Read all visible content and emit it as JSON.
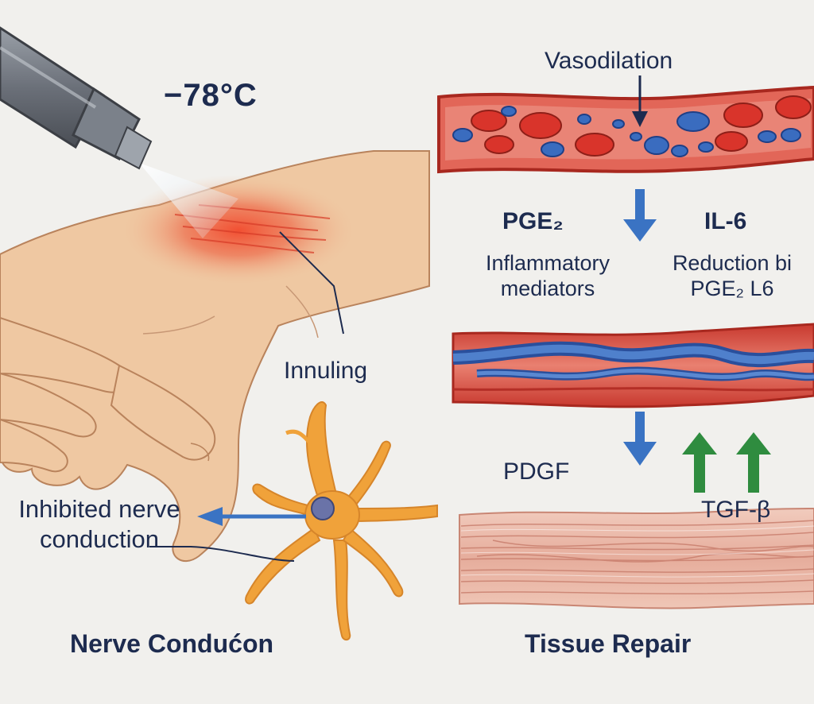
{
  "labels": {
    "temperature": "−78°C",
    "vasodilation": "Vasodilation",
    "pge2": "PGE₂",
    "il6": "IL-6",
    "inflammatory_mediators": "Inflammatory mediators",
    "reduction": "Reduction bi PGE₂ L6",
    "innuling": "Innuling",
    "pdgf": "PDGF",
    "tgf_beta": "TGF-β",
    "inhibited_nerve_conduction": "Inhibited nerve conduction",
    "nerve_conduction_title": "Nerve Condućon",
    "tissue_repair_title": "Tissue Repair"
  },
  "colors": {
    "background": "#f1f0ed",
    "text": "#1d2b4f",
    "skin": "#efc8a2",
    "inflammation": "#ea5a3c",
    "vessel": "#d24a3f",
    "red_cell": "#d9342b",
    "blue_cell": "#3a6cbf",
    "arrow_blue": "#3a73c3",
    "arrow_green": "#2f8c3f",
    "neuron": "#f0a23a",
    "nucleus": "#6a73a8",
    "fiber": "#dca28f",
    "device": "#7a7f87"
  },
  "icons": {
    "cryo_device": "cryo-device-icon",
    "neuron": "neuron-icon"
  }
}
